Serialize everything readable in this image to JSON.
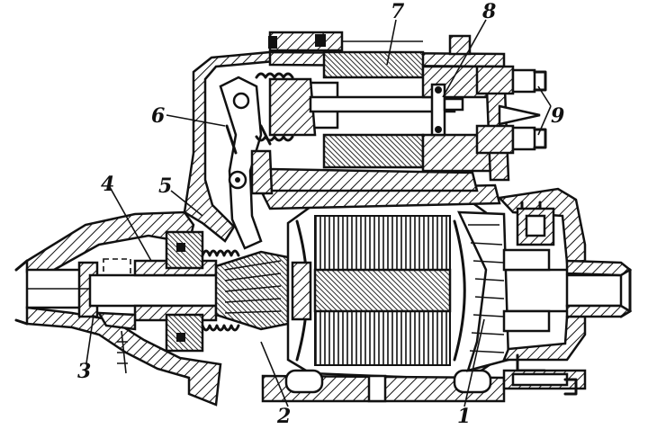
{
  "labels": [
    {
      "key": "armature",
      "text": "1"
    },
    {
      "key": "pinion",
      "text": "2"
    },
    {
      "key": "drive-housing",
      "text": "3"
    },
    {
      "key": "clutch",
      "text": "4"
    },
    {
      "key": "front-cover",
      "text": "5"
    },
    {
      "key": "lever",
      "text": "6"
    },
    {
      "key": "solenoid",
      "text": "7"
    },
    {
      "key": "contact-plate",
      "text": "8"
    },
    {
      "key": "terminals",
      "text": "9"
    }
  ]
}
